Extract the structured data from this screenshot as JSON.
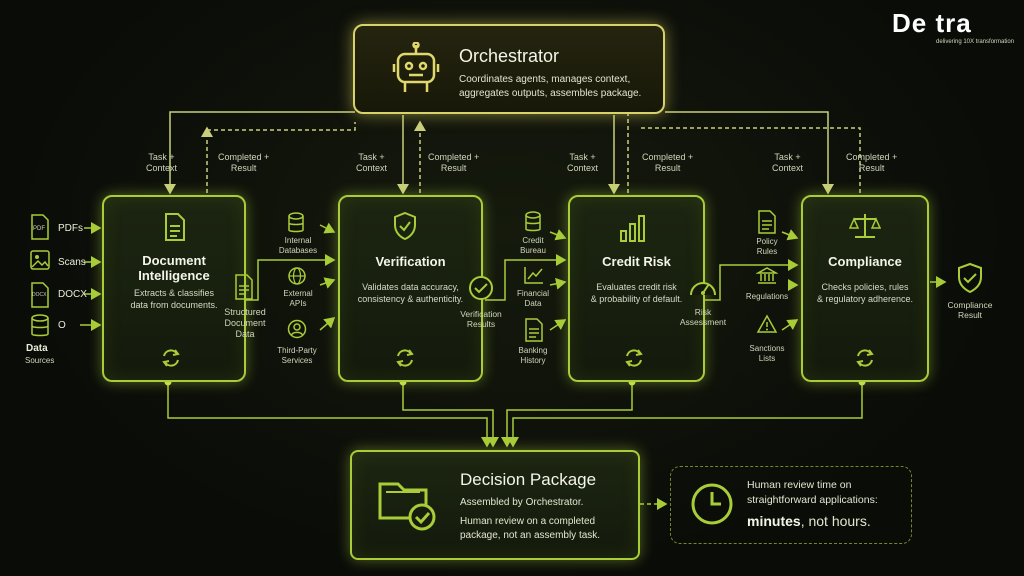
{
  "brand": {
    "name": "De  tra",
    "tagline": "delivering 10X transformation"
  },
  "orchestrator": {
    "title": "Orchestrator",
    "desc1": "Coordinates agents, manages context,",
    "desc2": "aggregates outputs, assembles package."
  },
  "flow": {
    "task": "Task +",
    "context": "Context",
    "completed": "Completed +",
    "result": "Result"
  },
  "agents": [
    {
      "title1": "Document",
      "title2": "Intelligence",
      "desc1": "Extracts & classifies",
      "desc2": "data from documents."
    },
    {
      "title1": "Verification",
      "desc1": "Validates data accuracy,",
      "desc2": "consistency & authenticity."
    },
    {
      "title1": "Credit Risk",
      "desc1": "Evaluates credit risk",
      "desc2": "& probability of default."
    },
    {
      "title1": "Compliance",
      "desc1": "Checks policies, rules",
      "desc2": "& regulatory adherence."
    }
  ],
  "sources": {
    "items": [
      "PDFs",
      "Scans",
      "DOCX",
      "O"
    ],
    "label1": "Data",
    "label2": "Sources",
    "tags": [
      "PDF",
      "DOCX"
    ]
  },
  "structured": {
    "l1": "Structured",
    "l2": "Document",
    "l3": "Data"
  },
  "verif_inputs": [
    {
      "l1": "Internal",
      "l2": "Databases"
    },
    {
      "l1": "External",
      "l2": "APIs"
    },
    {
      "l1": "Third-Party",
      "l2": "Services"
    }
  ],
  "verif_out": {
    "l1": "Verification",
    "l2": "Results"
  },
  "credit_inputs": [
    {
      "l1": "Credit",
      "l2": "Bureau"
    },
    {
      "l1": "Financial",
      "l2": "Data"
    },
    {
      "l1": "Banking",
      "l2": "History"
    }
  ],
  "risk_out": {
    "l1": "Risk",
    "l2": "Assessment"
  },
  "comp_inputs": [
    {
      "l1": "Policy",
      "l2": "Rules"
    },
    {
      "l1": "Regulations",
      "l2": ""
    },
    {
      "l1": "Sanctions",
      "l2": "Lists"
    }
  ],
  "comp_out": {
    "l1": "Compliance",
    "l2": "Result"
  },
  "decision": {
    "title": "Decision Package",
    "desc1": "Assembled by Orchestrator.",
    "desc2": "Human review on a completed",
    "desc3": "package, not an assembly task."
  },
  "review": {
    "l1": "Human review time on",
    "l2": "straightforward applications:",
    "hl": "minutes",
    "rest": ", not hours."
  },
  "colors": {
    "accent": "#a9cc38",
    "orchestrator": "#d8d26a"
  }
}
